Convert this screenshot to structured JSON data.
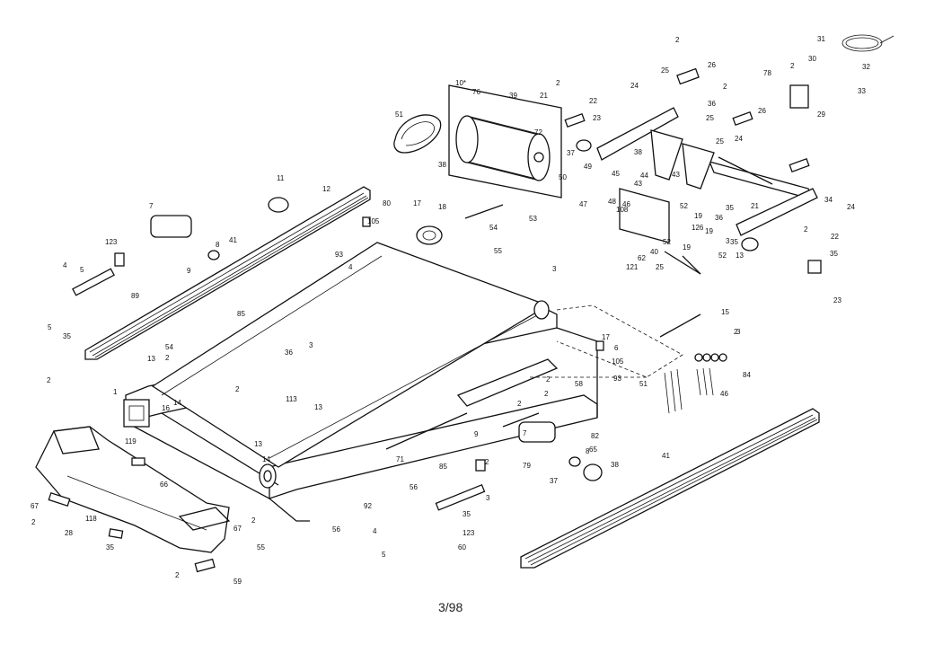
{
  "page_number": "3/98",
  "callouts": [
    "31",
    "32",
    "2",
    "26",
    "78",
    "2",
    "30",
    "33",
    "10*",
    "76",
    "2",
    "22",
    "25",
    "24",
    "29",
    "2",
    "25",
    "26",
    "39",
    "21",
    "23",
    "51",
    "72",
    "25",
    "24",
    "37",
    "38",
    "38",
    "34",
    "49",
    "45",
    "48",
    "46",
    "43",
    "44",
    "43",
    "50",
    "24",
    "2",
    "22",
    "52",
    "35",
    "36",
    "19",
    "126",
    "19",
    "47",
    "108",
    "53",
    "12",
    "11",
    "80",
    "17",
    "18",
    "7",
    "4",
    "105",
    "41",
    "5",
    "8",
    "9",
    "93",
    "54",
    "55",
    "123",
    "4",
    "5",
    "35",
    "3",
    "89",
    "85",
    "15",
    "54",
    "2",
    "2",
    "17",
    "6",
    "105",
    "93",
    "84",
    "51",
    "46",
    "13",
    "2",
    "36",
    "3",
    "113",
    "13",
    "2",
    "1",
    "16",
    "14",
    "2",
    "13",
    "14",
    "119",
    "66",
    "56",
    "56",
    "58",
    "2",
    "7",
    "9",
    "82",
    "2",
    "8",
    "79",
    "38",
    "65",
    "67",
    "2",
    "118",
    "28",
    "35",
    "67",
    "2",
    "2",
    "55",
    "59",
    "71",
    "92",
    "4",
    "5",
    "85",
    "35",
    "3",
    "123",
    "60",
    "2",
    "41",
    "3",
    "37",
    "52",
    "13",
    "62",
    "121",
    "52",
    "40",
    "19",
    "25",
    "36",
    "35",
    "21",
    "23",
    "35",
    "3"
  ]
}
